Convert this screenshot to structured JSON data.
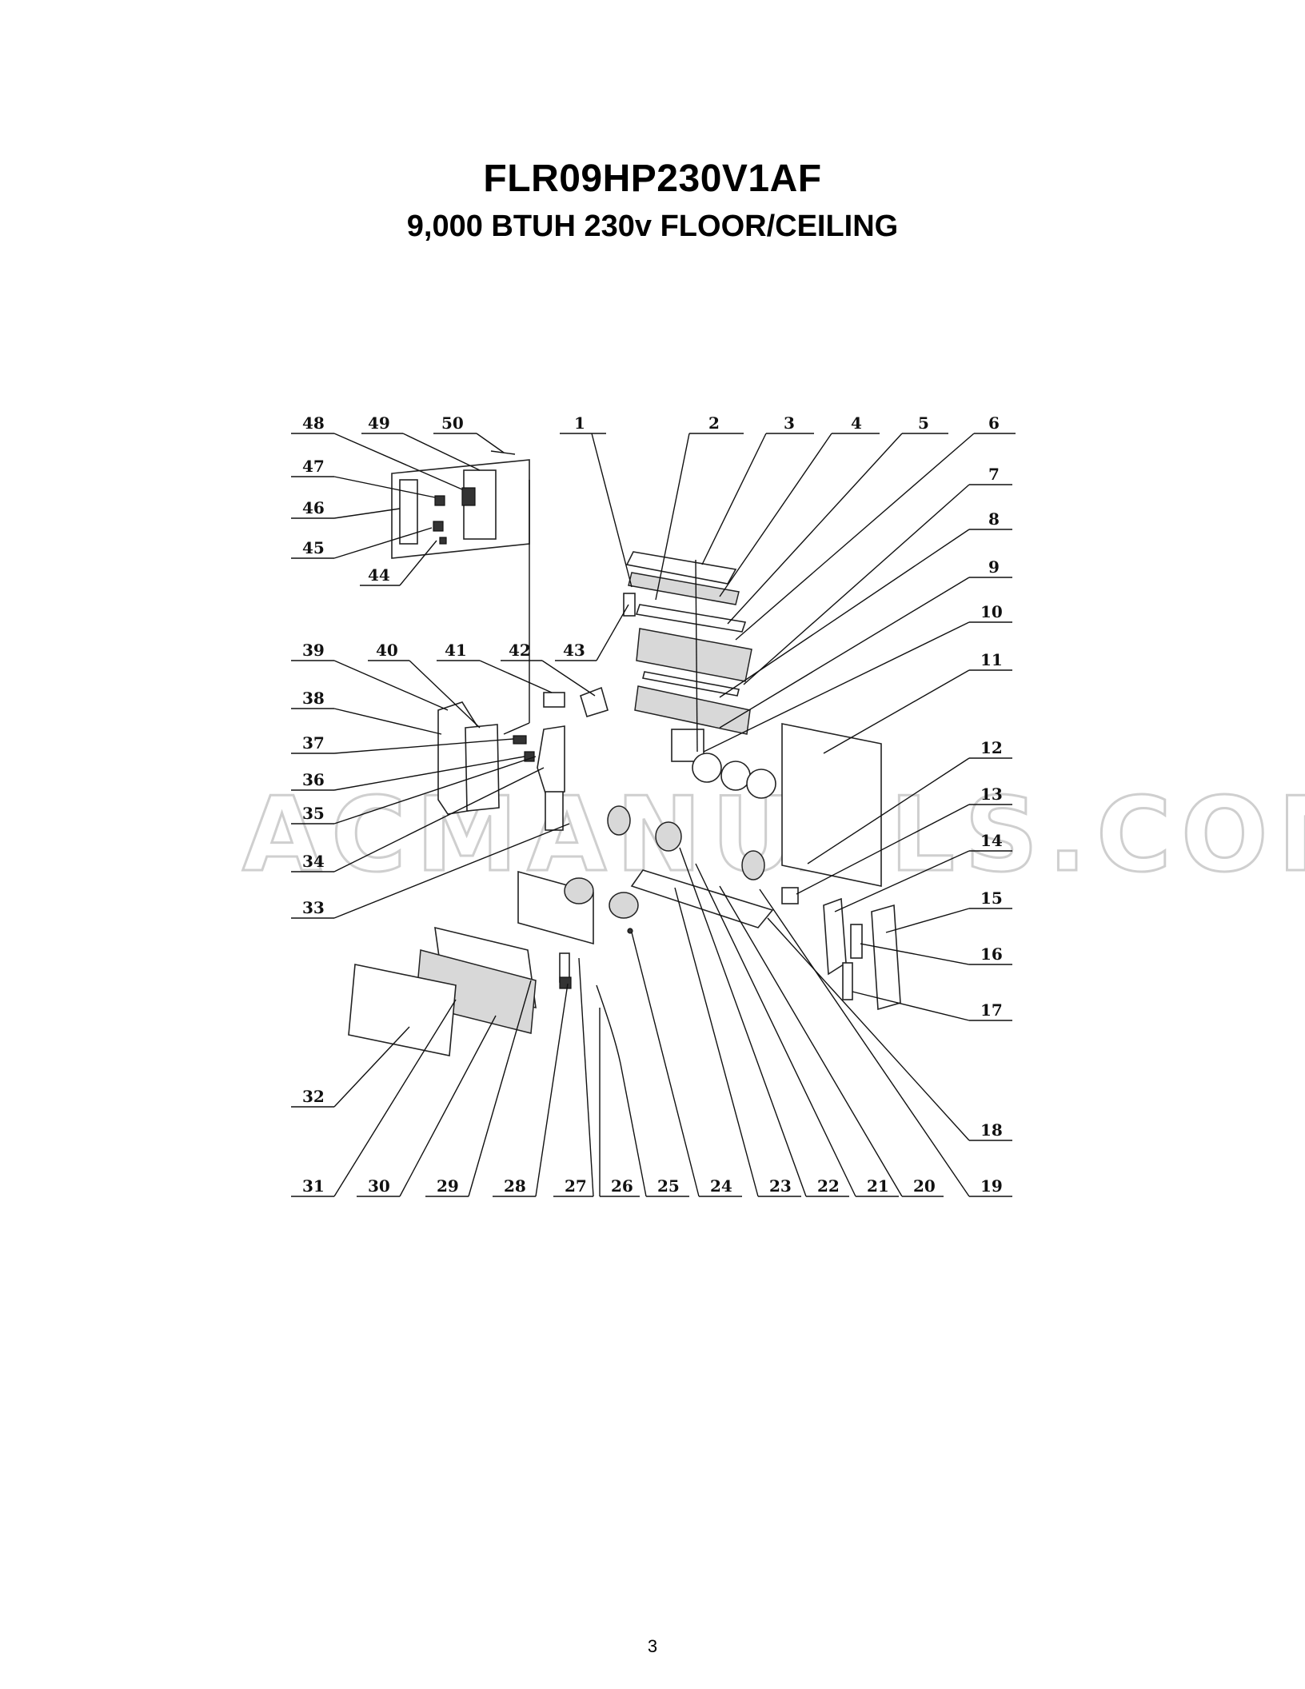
{
  "header": {
    "model": "FLR09HP230V1AF",
    "description": "9,000 BTUH 230v FLOOR/CEILING"
  },
  "watermark": "ACMANUALS.COM",
  "page_number": "3",
  "callouts": [
    "1",
    "2",
    "3",
    "4",
    "5",
    "6",
    "7",
    "8",
    "9",
    "10",
    "11",
    "12",
    "13",
    "14",
    "15",
    "16",
    "17",
    "18",
    "19",
    "20",
    "21",
    "22",
    "23",
    "24",
    "25",
    "26",
    "27",
    "28",
    "29",
    "30",
    "31",
    "32",
    "33",
    "34",
    "35",
    "36",
    "37",
    "38",
    "39",
    "40",
    "41",
    "42",
    "43",
    "44",
    "45",
    "46",
    "47",
    "48",
    "49",
    "50"
  ]
}
